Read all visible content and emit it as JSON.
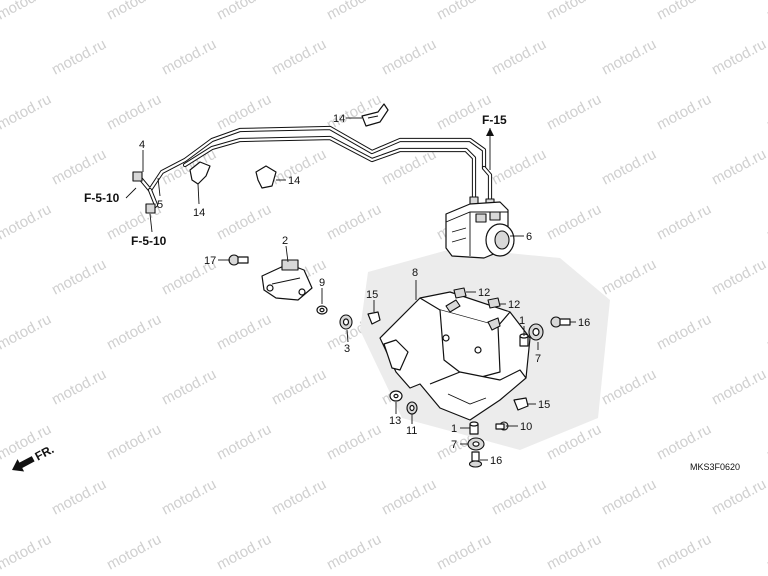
{
  "watermark": {
    "text": "motod.ru"
  },
  "callouts": {
    "p1a": "1",
    "p1b": "1",
    "p2": "2",
    "p3": "3",
    "p4": "4",
    "p5": "5",
    "p6": "6",
    "p7a": "7",
    "p7b": "7",
    "p8": "8",
    "p9": "9",
    "p10": "10",
    "p11": "11",
    "p12a": "12",
    "p12b": "12",
    "p13": "13",
    "p14a": "14",
    "p14b": "14",
    "p14c": "14",
    "p15a": "15",
    "p15b": "15",
    "p16a": "16",
    "p16b": "16",
    "p17": "17"
  },
  "refs": {
    "f510_top": "F-5-10",
    "f510_bottom": "F-5-10",
    "f15": "F-15"
  },
  "front_marker": "FR.",
  "diagram_code": "MKS3F0620",
  "colors": {
    "line": "#111111",
    "watermark": "#cfcfcf",
    "shade": "#d8d8d8"
  }
}
